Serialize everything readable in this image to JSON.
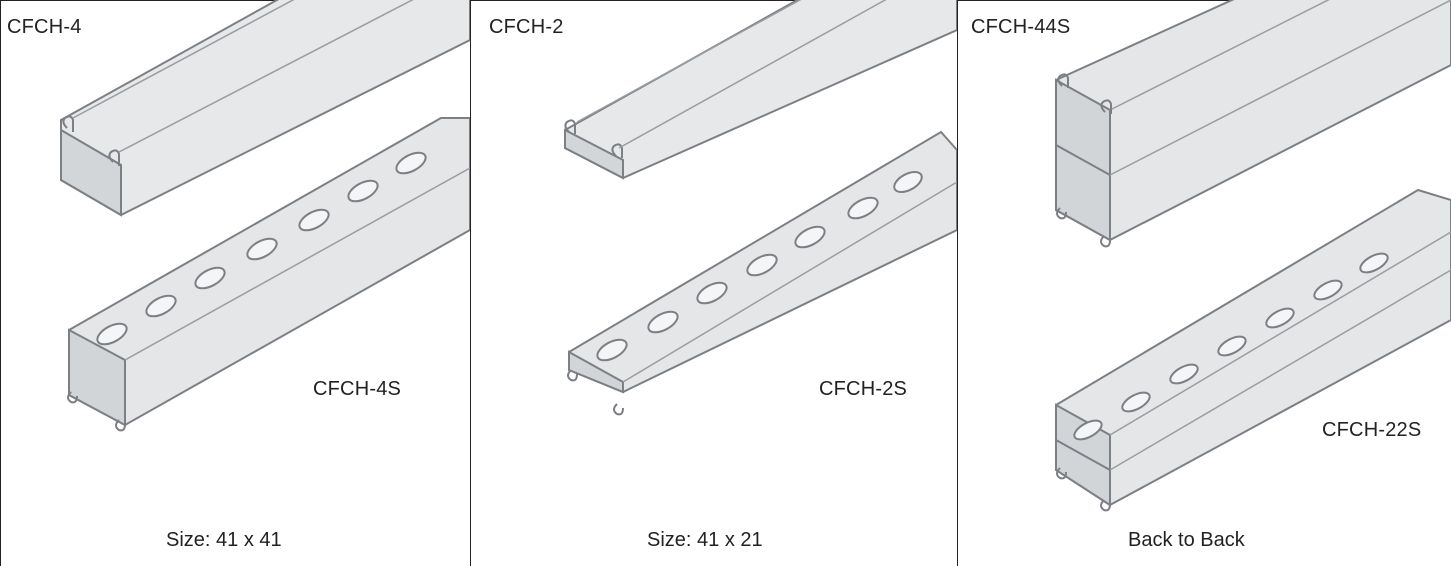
{
  "panels": [
    {
      "top_label": "CFCH-4",
      "product_label": "CFCH-4S",
      "caption": "Size: 41 x 41"
    },
    {
      "top_label": "CFCH-2",
      "product_label": "CFCH-2S",
      "caption": "Size: 41 x 21"
    },
    {
      "top_label": "CFCH-44S",
      "product_label": "CFCH-22S",
      "caption": "Back to Back"
    }
  ],
  "colors": {
    "channel_fill": "#e4e6e8",
    "channel_face": "#d2d5d8",
    "channel_edge": "#7c7f84",
    "border": "#222222"
  }
}
